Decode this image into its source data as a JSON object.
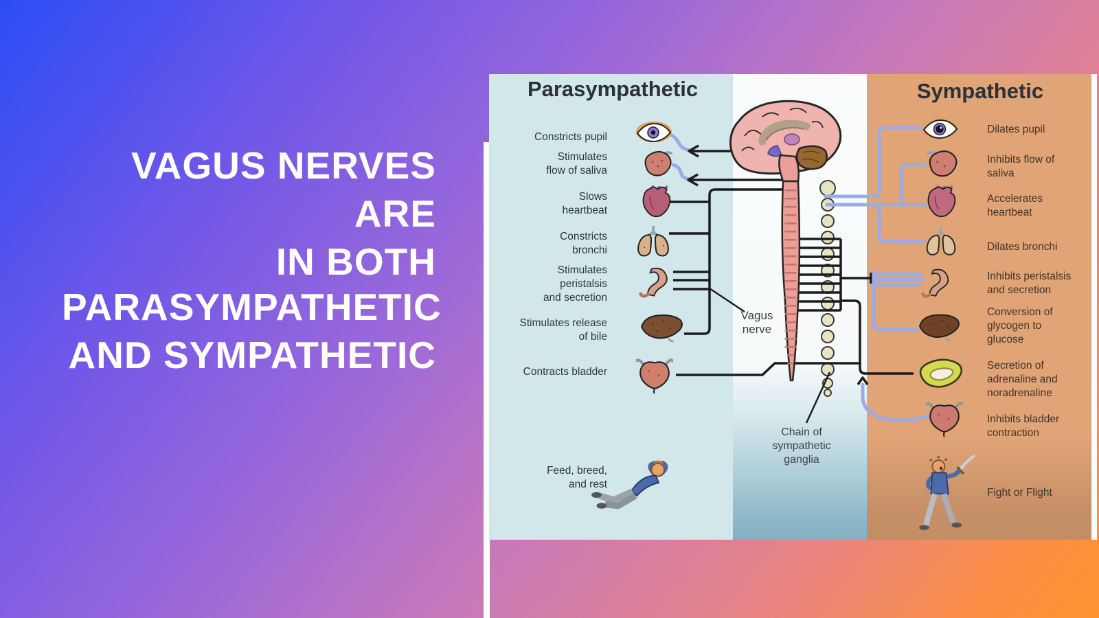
{
  "slide": {
    "heading_block1": "VAGUS NERVES ARE\nIN BOTH",
    "heading_block2": "PARASYMPATHETIC\nAND SYMPATHETIC",
    "text_color": "#ffffff",
    "background_gradient": [
      "#2b4df5",
      "#6f57e8",
      "#9d69d8",
      "#c678bc",
      "#e88485",
      "#fd9530"
    ]
  },
  "diagram": {
    "left_header": "Parasympathetic",
    "right_header": "Sympathetic",
    "left_panel_color": "#d2e7ea",
    "right_panel_color": "#e0a476",
    "nerve_line_color": "#9cabe5",
    "left_items": [
      {
        "label": "Constricts pupil",
        "icon": "eye-icon"
      },
      {
        "label": "Stimulates\nflow of saliva",
        "icon": "salivary-gland-icon"
      },
      {
        "label": "Slows\nheartbeat",
        "icon": "heart-icon"
      },
      {
        "label": "Constricts\nbronchi",
        "icon": "lungs-icon"
      },
      {
        "label": "Stimulates\nperistalsis\nand secretion",
        "icon": "stomach-icon"
      },
      {
        "label": "Stimulates release\nof bile",
        "icon": "liver-icon"
      },
      {
        "label": "Contracts bladder",
        "icon": "bladder-icon"
      },
      {
        "label": "Feed, breed,\nand rest",
        "icon": "resting-person-icon"
      }
    ],
    "right_items": [
      {
        "label": "Dilates pupil",
        "icon": "eye-icon"
      },
      {
        "label": "Inhibits flow of\nsaliva",
        "icon": "salivary-gland-icon"
      },
      {
        "label": "Accelerates\nheartbeat",
        "icon": "heart-icon"
      },
      {
        "label": "Dilates bronchi",
        "icon": "lungs-icon"
      },
      {
        "label": "Inhibits peristalsis\nand secretion",
        "icon": "stomach-icon"
      },
      {
        "label": "Conversion of\nglycogen to\nglucose",
        "icon": "liver-icon"
      },
      {
        "label": "Secretion of\nadrenaline and\nnoradrenaline",
        "icon": "adrenal-gland-icon"
      },
      {
        "label": "Inhibits bladder\ncontraction",
        "icon": "bladder-icon"
      },
      {
        "label": "Fight or Flight",
        "icon": "fighting-person-icon"
      }
    ],
    "center_labels": {
      "vagus_nerve": "Vagus\nnerve",
      "sympathetic_ganglia": "Chain of\nsympathetic\nganglia"
    }
  }
}
